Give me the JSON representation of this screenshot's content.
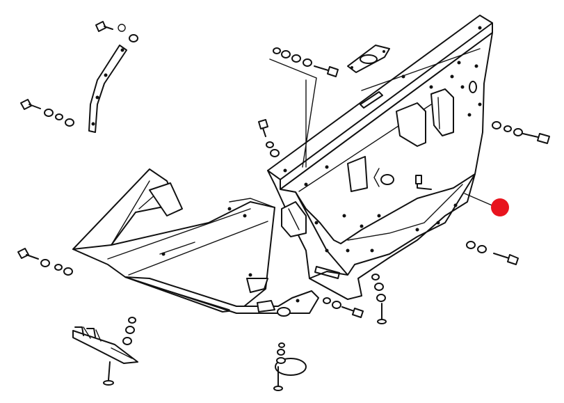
{
  "diagram": {
    "subject": "exploded-parts-view",
    "callout_marker": {
      "color": "#e8141e",
      "shape": "circle"
    },
    "line_color": "#111111",
    "background": "#ffffff",
    "parts": [
      {
        "name": "front-panel-assembly"
      },
      {
        "name": "lower-tray"
      },
      {
        "name": "curved-strap"
      },
      {
        "name": "gasket-plate"
      },
      {
        "name": "mount-bracket"
      },
      {
        "name": "round-pad"
      }
    ]
  }
}
